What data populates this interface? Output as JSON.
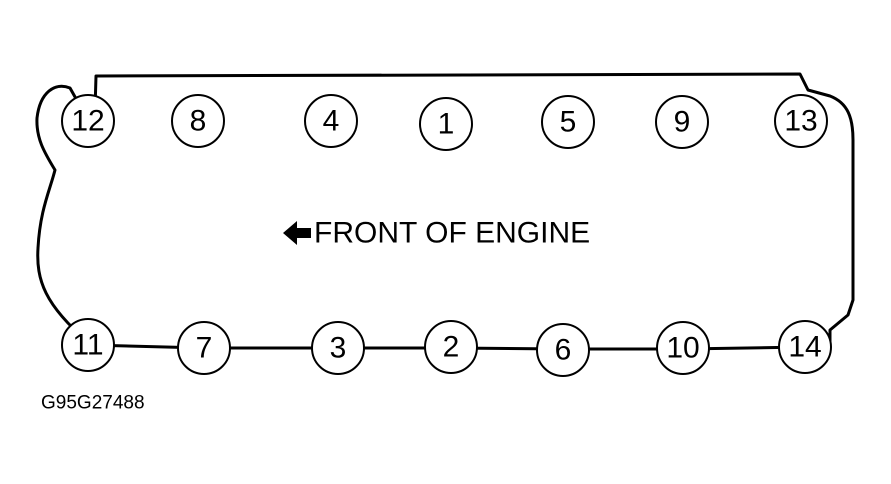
{
  "diagram": {
    "front_label": "FRONT OF ENGINE",
    "figure_code": "G95G27488",
    "bolts_top": [
      "12",
      "8",
      "4",
      "1",
      "5",
      "9",
      "13"
    ],
    "bolts_bottom": [
      "11",
      "7",
      "3",
      "2",
      "6",
      "10",
      "14"
    ],
    "arrow_direction": "left",
    "line_color": "#000000",
    "background_color": "#ffffff"
  }
}
